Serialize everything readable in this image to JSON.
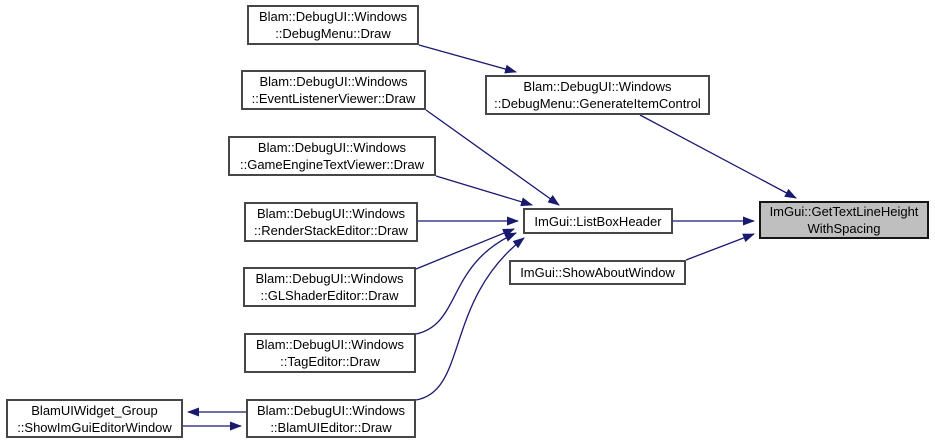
{
  "diagram": {
    "kind": "caller-graph",
    "colors": {
      "edge": "#191970",
      "node_border": "#464646",
      "node_fill": "#ffffff",
      "highlight_fill": "#bfbfbf",
      "highlight_border": "#141414",
      "text": "#000000",
      "background": "#ffffff"
    },
    "nodes": [
      {
        "id": "debugmenu-draw",
        "label": "Blam::DebugUI::Windows\n::DebugMenu::Draw",
        "highlighted": false
      },
      {
        "id": "eventlistener-draw",
        "label": "Blam::DebugUI::Windows\n::EventListenerViewer::Draw",
        "highlighted": false
      },
      {
        "id": "gameenginetext-draw",
        "label": "Blam::DebugUI::Windows\n::GameEngineTextViewer::Draw",
        "highlighted": false
      },
      {
        "id": "renderstack-draw",
        "label": "Blam::DebugUI::Windows\n::RenderStackEditor::Draw",
        "highlighted": false
      },
      {
        "id": "glshader-draw",
        "label": "Blam::DebugUI::Windows\n::GLShaderEditor::Draw",
        "highlighted": false
      },
      {
        "id": "tageditor-draw",
        "label": "Blam::DebugUI::Windows\n::TagEditor::Draw",
        "highlighted": false
      },
      {
        "id": "blamuieditor-draw",
        "label": "Blam::DebugUI::Windows\n::BlamUIEditor::Draw",
        "highlighted": false
      },
      {
        "id": "showimguieditorwindow",
        "label": "BlamUIWidget_Group\n::ShowImGuiEditorWindow",
        "highlighted": false
      },
      {
        "id": "generateitemcontrol",
        "label": "Blam::DebugUI::Windows\n::DebugMenu::GenerateItemControl",
        "highlighted": false
      },
      {
        "id": "listboxheader",
        "label": "ImGui::ListBoxHeader",
        "highlighted": false
      },
      {
        "id": "showaboutwindow",
        "label": "ImGui::ShowAboutWindow",
        "highlighted": false
      },
      {
        "id": "gettextlineheight",
        "label": "ImGui::GetTextLineHeight\nWithSpacing",
        "highlighted": true
      }
    ],
    "edges": [
      {
        "from": "Blam::DebugUI::Windows::DebugMenu::Draw",
        "to": "Blam::DebugUI::Windows::DebugMenu::GenerateItemControl"
      },
      {
        "from": "Blam::DebugUI::Windows::DebugMenu::GenerateItemControl",
        "to": "ImGui::GetTextLineHeightWithSpacing"
      },
      {
        "from": "Blam::DebugUI::Windows::EventListenerViewer::Draw",
        "to": "ImGui::ListBoxHeader"
      },
      {
        "from": "Blam::DebugUI::Windows::GameEngineTextViewer::Draw",
        "to": "ImGui::ListBoxHeader"
      },
      {
        "from": "Blam::DebugUI::Windows::RenderStackEditor::Draw",
        "to": "ImGui::ListBoxHeader"
      },
      {
        "from": "Blam::DebugUI::Windows::GLShaderEditor::Draw",
        "to": "ImGui::ListBoxHeader"
      },
      {
        "from": "Blam::DebugUI::Windows::TagEditor::Draw",
        "to": "ImGui::ListBoxHeader"
      },
      {
        "from": "Blam::DebugUI::Windows::BlamUIEditor::Draw",
        "to": "ImGui::ListBoxHeader"
      },
      {
        "from": "ImGui::ListBoxHeader",
        "to": "ImGui::GetTextLineHeightWithSpacing"
      },
      {
        "from": "ImGui::ShowAboutWindow",
        "to": "ImGui::GetTextLineHeightWithSpacing"
      },
      {
        "from": "Blam::DebugUI::Windows::BlamUIEditor::Draw",
        "to": "BlamUIWidget_Group::ShowImGuiEditorWindow"
      },
      {
        "from": "BlamUIWidget_Group::ShowImGuiEditorWindow",
        "to": "Blam::DebugUI::Windows::BlamUIEditor::Draw"
      }
    ]
  }
}
